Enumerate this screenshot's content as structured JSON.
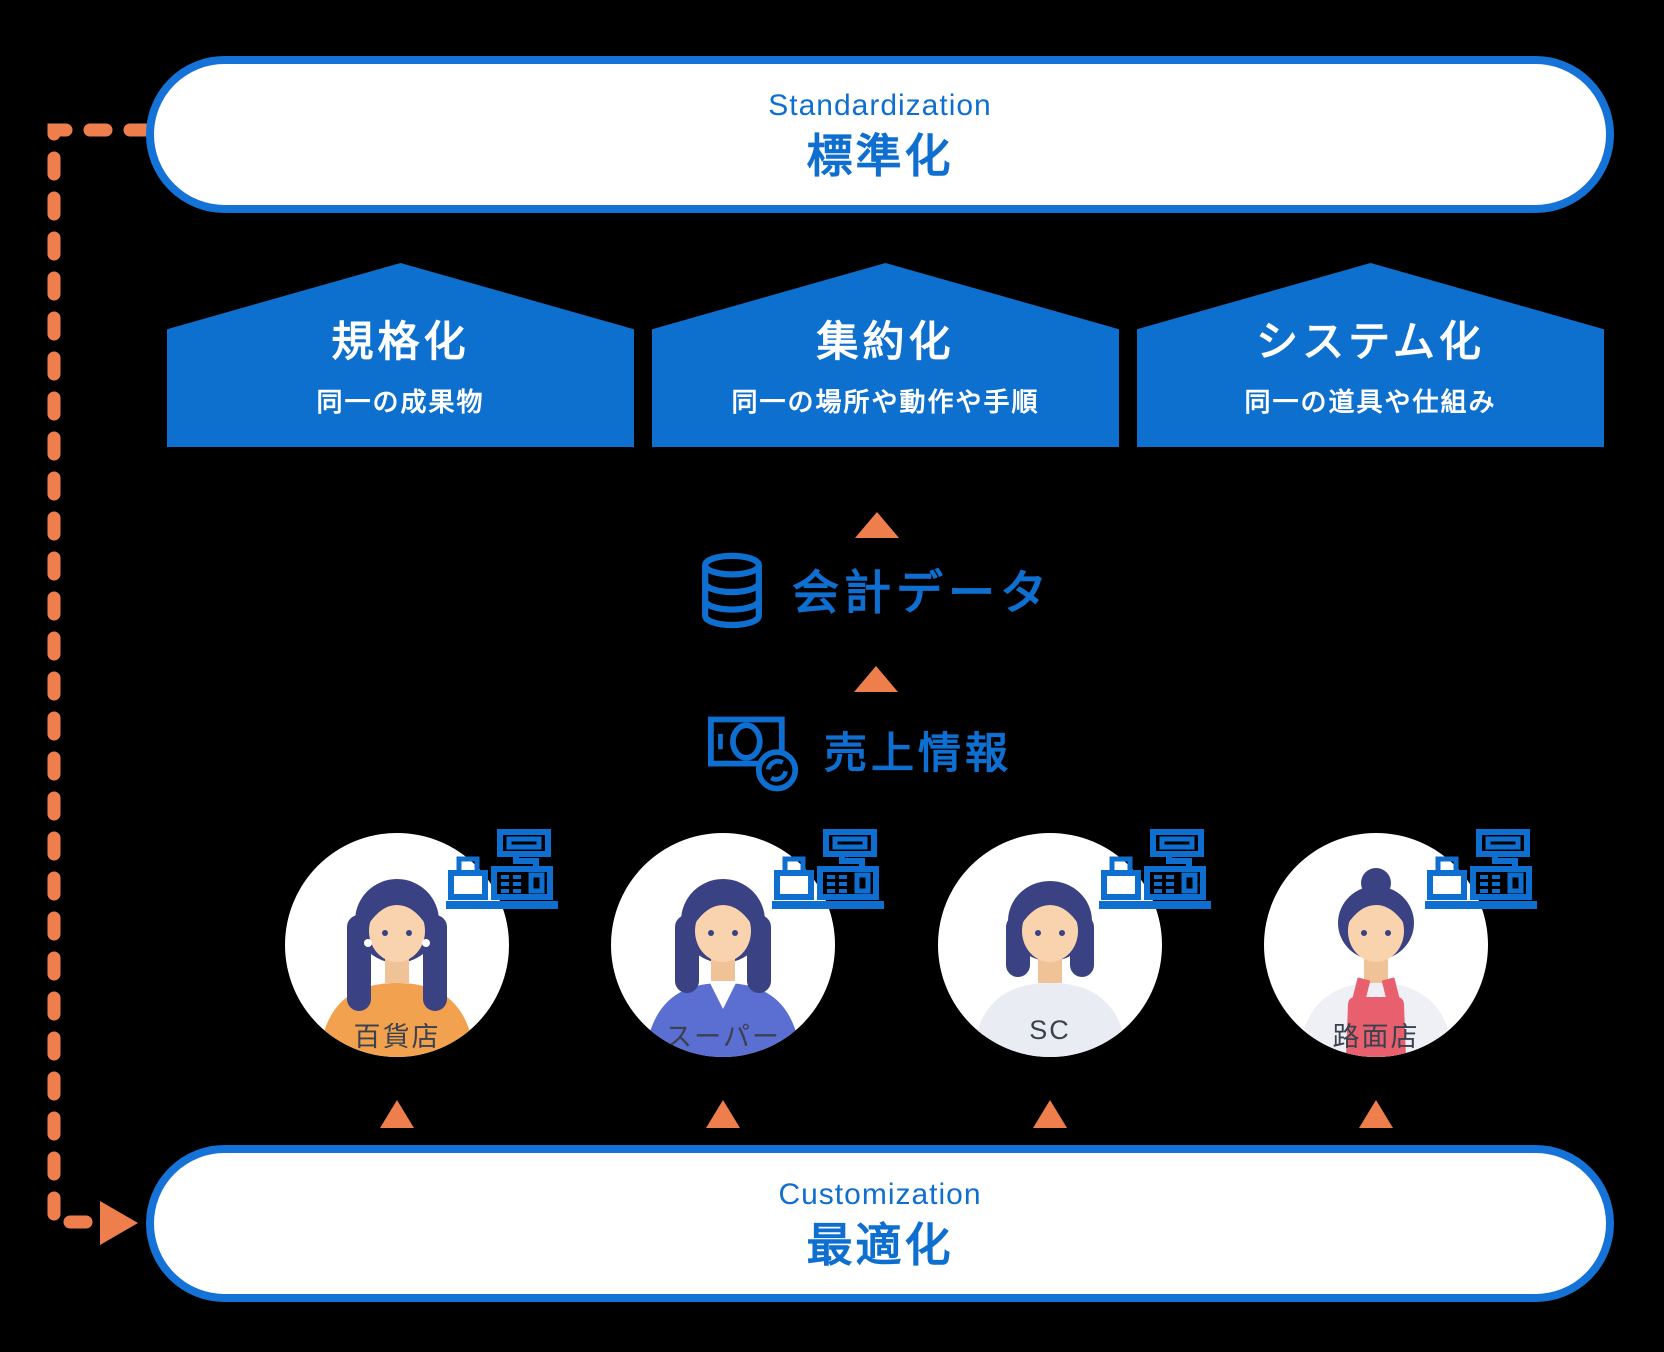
{
  "diagram": {
    "top_banner": {
      "title_en": "Standardization",
      "title_ja": "標準化"
    },
    "bottom_banner": {
      "title_en": "Customization",
      "title_ja": "最適化"
    },
    "pillars": [
      {
        "title": "規格化",
        "subtitle": "同一の成果物"
      },
      {
        "title": "集約化",
        "subtitle": "同一の場所や動作や手順"
      },
      {
        "title": "システム化",
        "subtitle": "同一の道具や仕組み"
      }
    ],
    "data_flow": {
      "accounting_label": "会計データ",
      "sales_label": "売上情報"
    },
    "stores": [
      {
        "label": "百貨店"
      },
      {
        "label": "スーパー"
      },
      {
        "label": "SC"
      },
      {
        "label": "路面店"
      }
    ],
    "icons": {
      "accounting": "database-icon",
      "sales": "money-icon",
      "store_terminal": "cash-register-icon",
      "feedback": "dashed-arrow"
    },
    "colors": {
      "blue": "#0e6fd0",
      "border_blue": "#1573d8",
      "orange": "#ee7f4c",
      "background": "#000000",
      "label_text": "#3b414e"
    }
  }
}
